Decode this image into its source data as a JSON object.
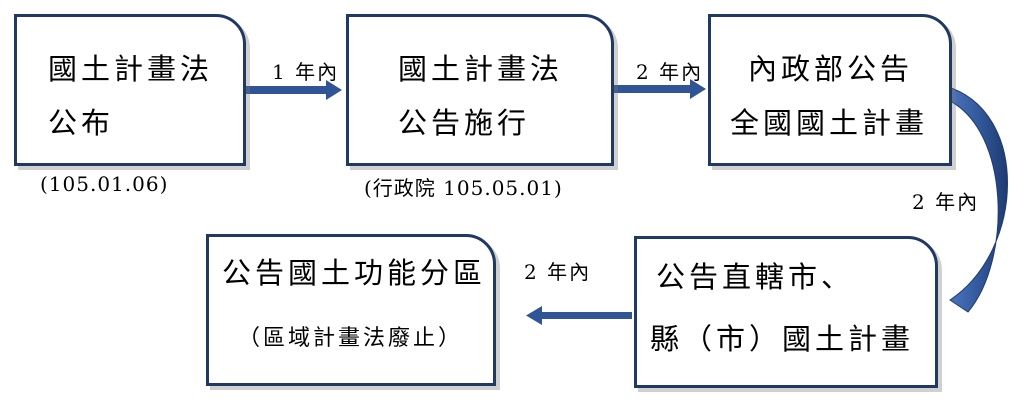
{
  "steps": [
    {
      "lines": [
        "國土計畫法",
        "公布"
      ],
      "note": "(105.01.06)"
    },
    {
      "lines": [
        "國土計畫法",
        "公告施行"
      ],
      "note": "(行政院 105.05.01)"
    },
    {
      "lines": [
        "內政部公告",
        "全國國土計畫"
      ]
    },
    {
      "lines": [
        "公告直轄市、",
        "縣（市）國土計畫"
      ]
    },
    {
      "lines": [
        "公告國土功能分區",
        "（區域計畫法廢止）"
      ]
    }
  ],
  "periods": [
    "1 年內",
    "2 年內",
    "2 年內",
    "2 年內"
  ],
  "colors": {
    "border": "#1f3864",
    "arrow": "#2f5597"
  }
}
